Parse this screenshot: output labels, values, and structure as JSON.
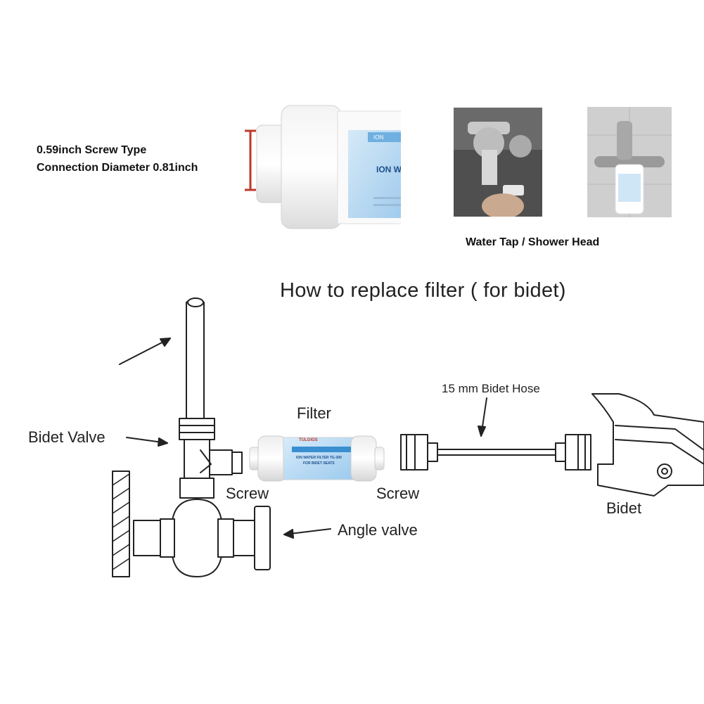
{
  "spec": {
    "line1": "0.59inch Screw Type",
    "line2": "Connection Diameter 0.81inch"
  },
  "usage_caption": "Water Tap / Shower Head",
  "diagram": {
    "title": "How to replace filter ( for bidet)",
    "labels": {
      "bidet_valve": "Bidet Valve",
      "filter": "Filter",
      "screw_left": "Screw",
      "screw_right": "Screw",
      "hose": "15 mm Bidet Hose",
      "angle_valve": "Angle valve",
      "bidet": "Bidet"
    },
    "filter_text": {
      "brand": "TULGIGS",
      "model_line1": "ION WATER FILTER TG-300",
      "model_line2": "FOR BIDET SEATS"
    }
  },
  "colors": {
    "accent_red": "#c0392b",
    "filter_blue": "#3a8fd0",
    "line": "#222222"
  }
}
